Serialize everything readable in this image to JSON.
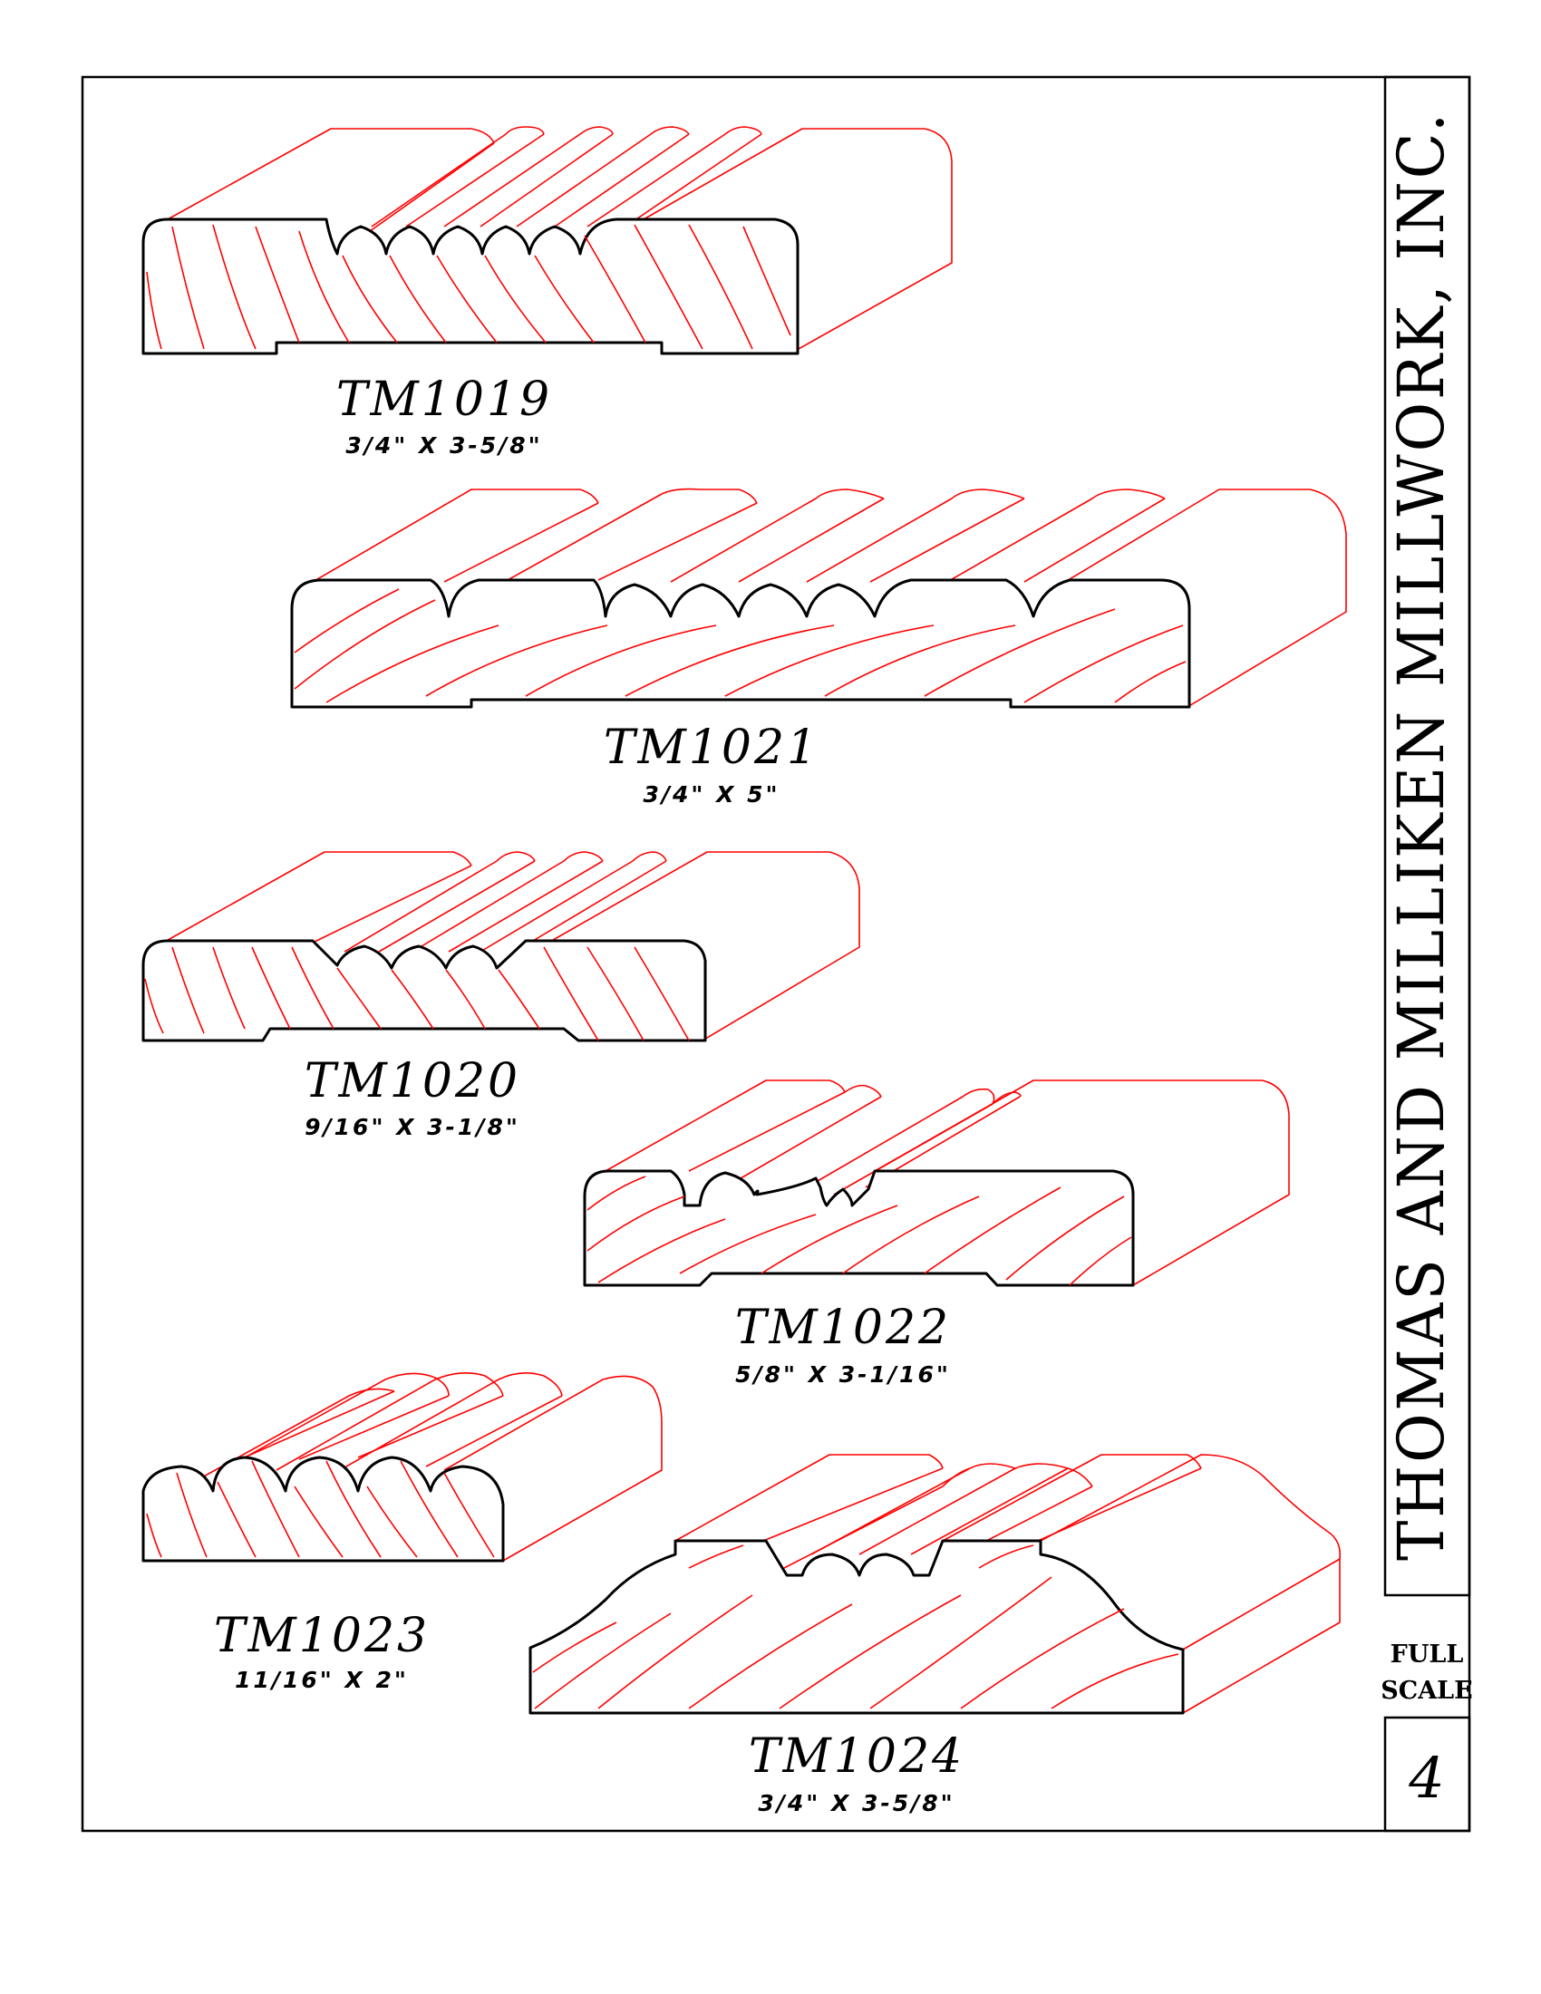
{
  "company": "THOMAS AND MILLIKEN MILLWORK, INC.",
  "scale_line1": "FULL",
  "scale_line2": "SCALE",
  "page_number": "4",
  "moldings": [
    {
      "code": "TM1019",
      "size": "3/4\"  X  3-5/8\""
    },
    {
      "code": "TM1021",
      "size": "3/4\"  X  5\""
    },
    {
      "code": "TM1020",
      "size": "9/16\"  X  3-1/8\""
    },
    {
      "code": "TM1022",
      "size": "5/8\"  X  3-1/16\""
    },
    {
      "code": "TM1023",
      "size": "11/16\"  X  2\""
    },
    {
      "code": "TM1024",
      "size": "3/4\"  X  3-5/8\""
    }
  ],
  "colors": {
    "profile_outline": "#000000",
    "perspective_lines": "#ff0000"
  }
}
